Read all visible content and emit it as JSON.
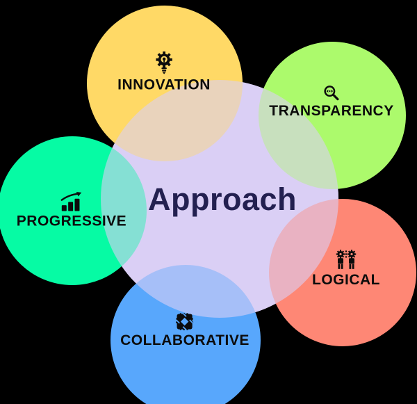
{
  "title": {
    "label": "Approach"
  },
  "colors": {
    "bg": "#000000",
    "purple": "#DACFF5",
    "yellow": "#FFD966",
    "green": "#ACFA6C",
    "mint": "#06FBA4",
    "salmon": "#FE8775",
    "blue": "#58A7FC",
    "title_text": "#232050",
    "label_text": "#0C0C0C"
  },
  "segments": [
    {
      "id": "innovation",
      "label": "INNOVATION",
      "icon": "lightbulb-gear-icon",
      "color": "#FFD966"
    },
    {
      "id": "transparency",
      "label": "TRANSPARENCY",
      "icon": "magnifier-eye-icon",
      "color": "#ACFA6C"
    },
    {
      "id": "progressive",
      "label": "PROGRESSIVE",
      "icon": "growth-chart-icon",
      "color": "#06FBA4"
    },
    {
      "id": "logical",
      "label": "LOGICAL",
      "icon": "people-gears-icon",
      "color": "#FE8775"
    },
    {
      "id": "collaborative",
      "label": "COLLABORATIVE",
      "icon": "hands-square-icon",
      "color": "#58A7FC"
    }
  ]
}
